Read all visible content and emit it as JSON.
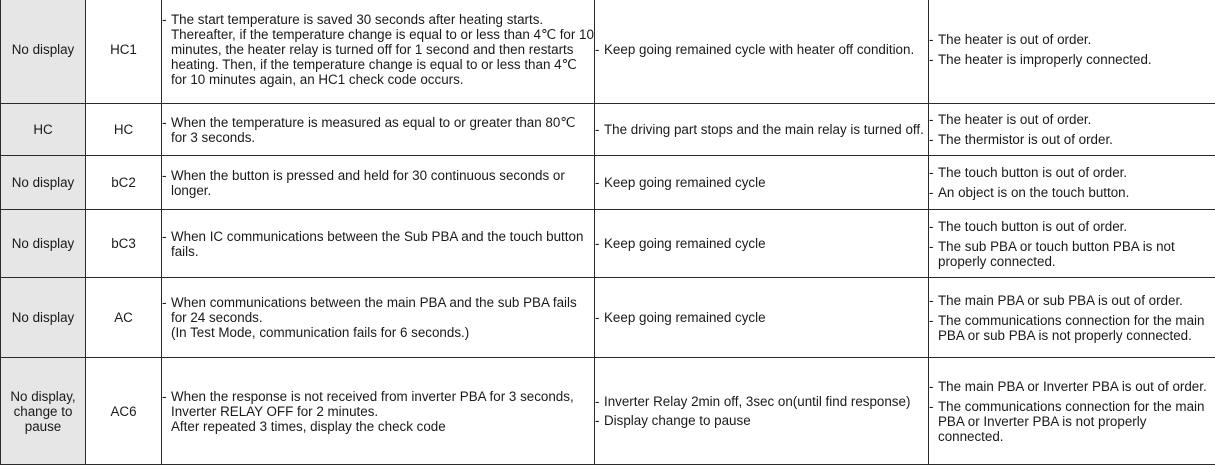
{
  "rows": [
    {
      "display": "No display",
      "code": "HC1",
      "condition": [
        "The start temperature is saved 30 seconds after heating starts. Thereafter, if the temperature change is equal to or less than 4℃ for 10 minutes, the heater relay is turned off for 1 second and then restarts heating. Then, if the temperature change is equal to or less than 4℃ for 10 minutes again, an HC1 check code occurs."
      ],
      "action": [
        "Keep going remained cycle with heater off condition."
      ],
      "cause": [
        "The heater is out of order.",
        "The heater is improperly connected."
      ]
    },
    {
      "display": "HC",
      "code": "HC",
      "condition": [
        "When the temperature is measured as equal to or greater than 80℃ for 3 seconds."
      ],
      "action": [
        "The driving part stops and the main relay is turned off."
      ],
      "cause": [
        "The heater is out of order.",
        "The thermistor is out of order."
      ]
    },
    {
      "display": "No display",
      "code": "bC2",
      "condition": [
        "When the button is pressed and held for 30 continuous seconds or longer."
      ],
      "action": [
        "Keep going remained cycle"
      ],
      "cause": [
        "The touch button is out of order.",
        "An object is on the touch button."
      ]
    },
    {
      "display": "No display",
      "code": "bC3",
      "condition": [
        "When IC communications between the Sub PBA and the touch button fails."
      ],
      "action": [
        "Keep going remained cycle"
      ],
      "cause": [
        "The touch button is out of order.",
        "The sub PBA or touch button PBA is not properly connected."
      ]
    },
    {
      "display": "No display",
      "code": "AC",
      "condition": [
        "When communications between the main PBA and the sub PBA fails for 24 seconds.\n(In Test Mode, communication fails for 6 seconds.)"
      ],
      "action": [
        "Keep going remained cycle"
      ],
      "cause": [
        "The main PBA or sub PBA is out of order.",
        "The communications connection for the main PBA or sub PBA is not properly connected."
      ]
    },
    {
      "display": "No display, change to pause",
      "code": "AC6",
      "condition": [
        "When the response is not received from inverter PBA for 3 seconds, Inverter RELAY OFF for 2 minutes.\nAfter repeated 3 times, display the check code"
      ],
      "action": [
        "Inverter Relay 2min off, 3sec on(until find response)",
        "Display change to pause"
      ],
      "cause": [
        "The main PBA or Inverter PBA is out of order.",
        "The communications connection for the main PBA or Inverter PBA is not properly connected."
      ]
    }
  ]
}
